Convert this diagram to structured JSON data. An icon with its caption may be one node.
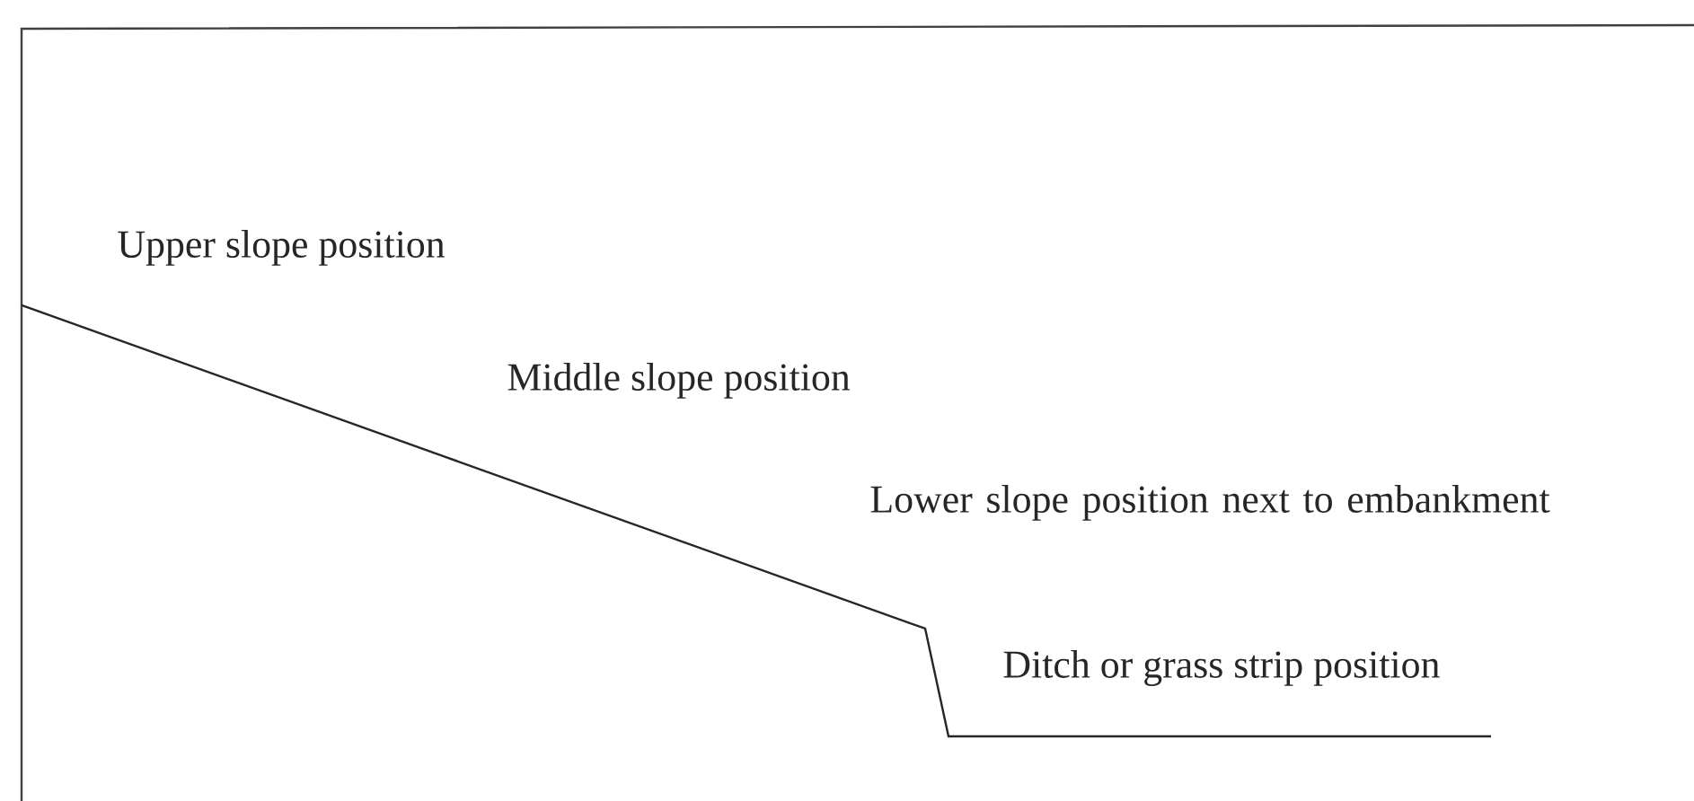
{
  "diagram": {
    "labels": [
      "Upper slope position",
      "Middle slope position",
      "Lower slope position next to embankment",
      "Ditch or grass strip position"
    ]
  }
}
